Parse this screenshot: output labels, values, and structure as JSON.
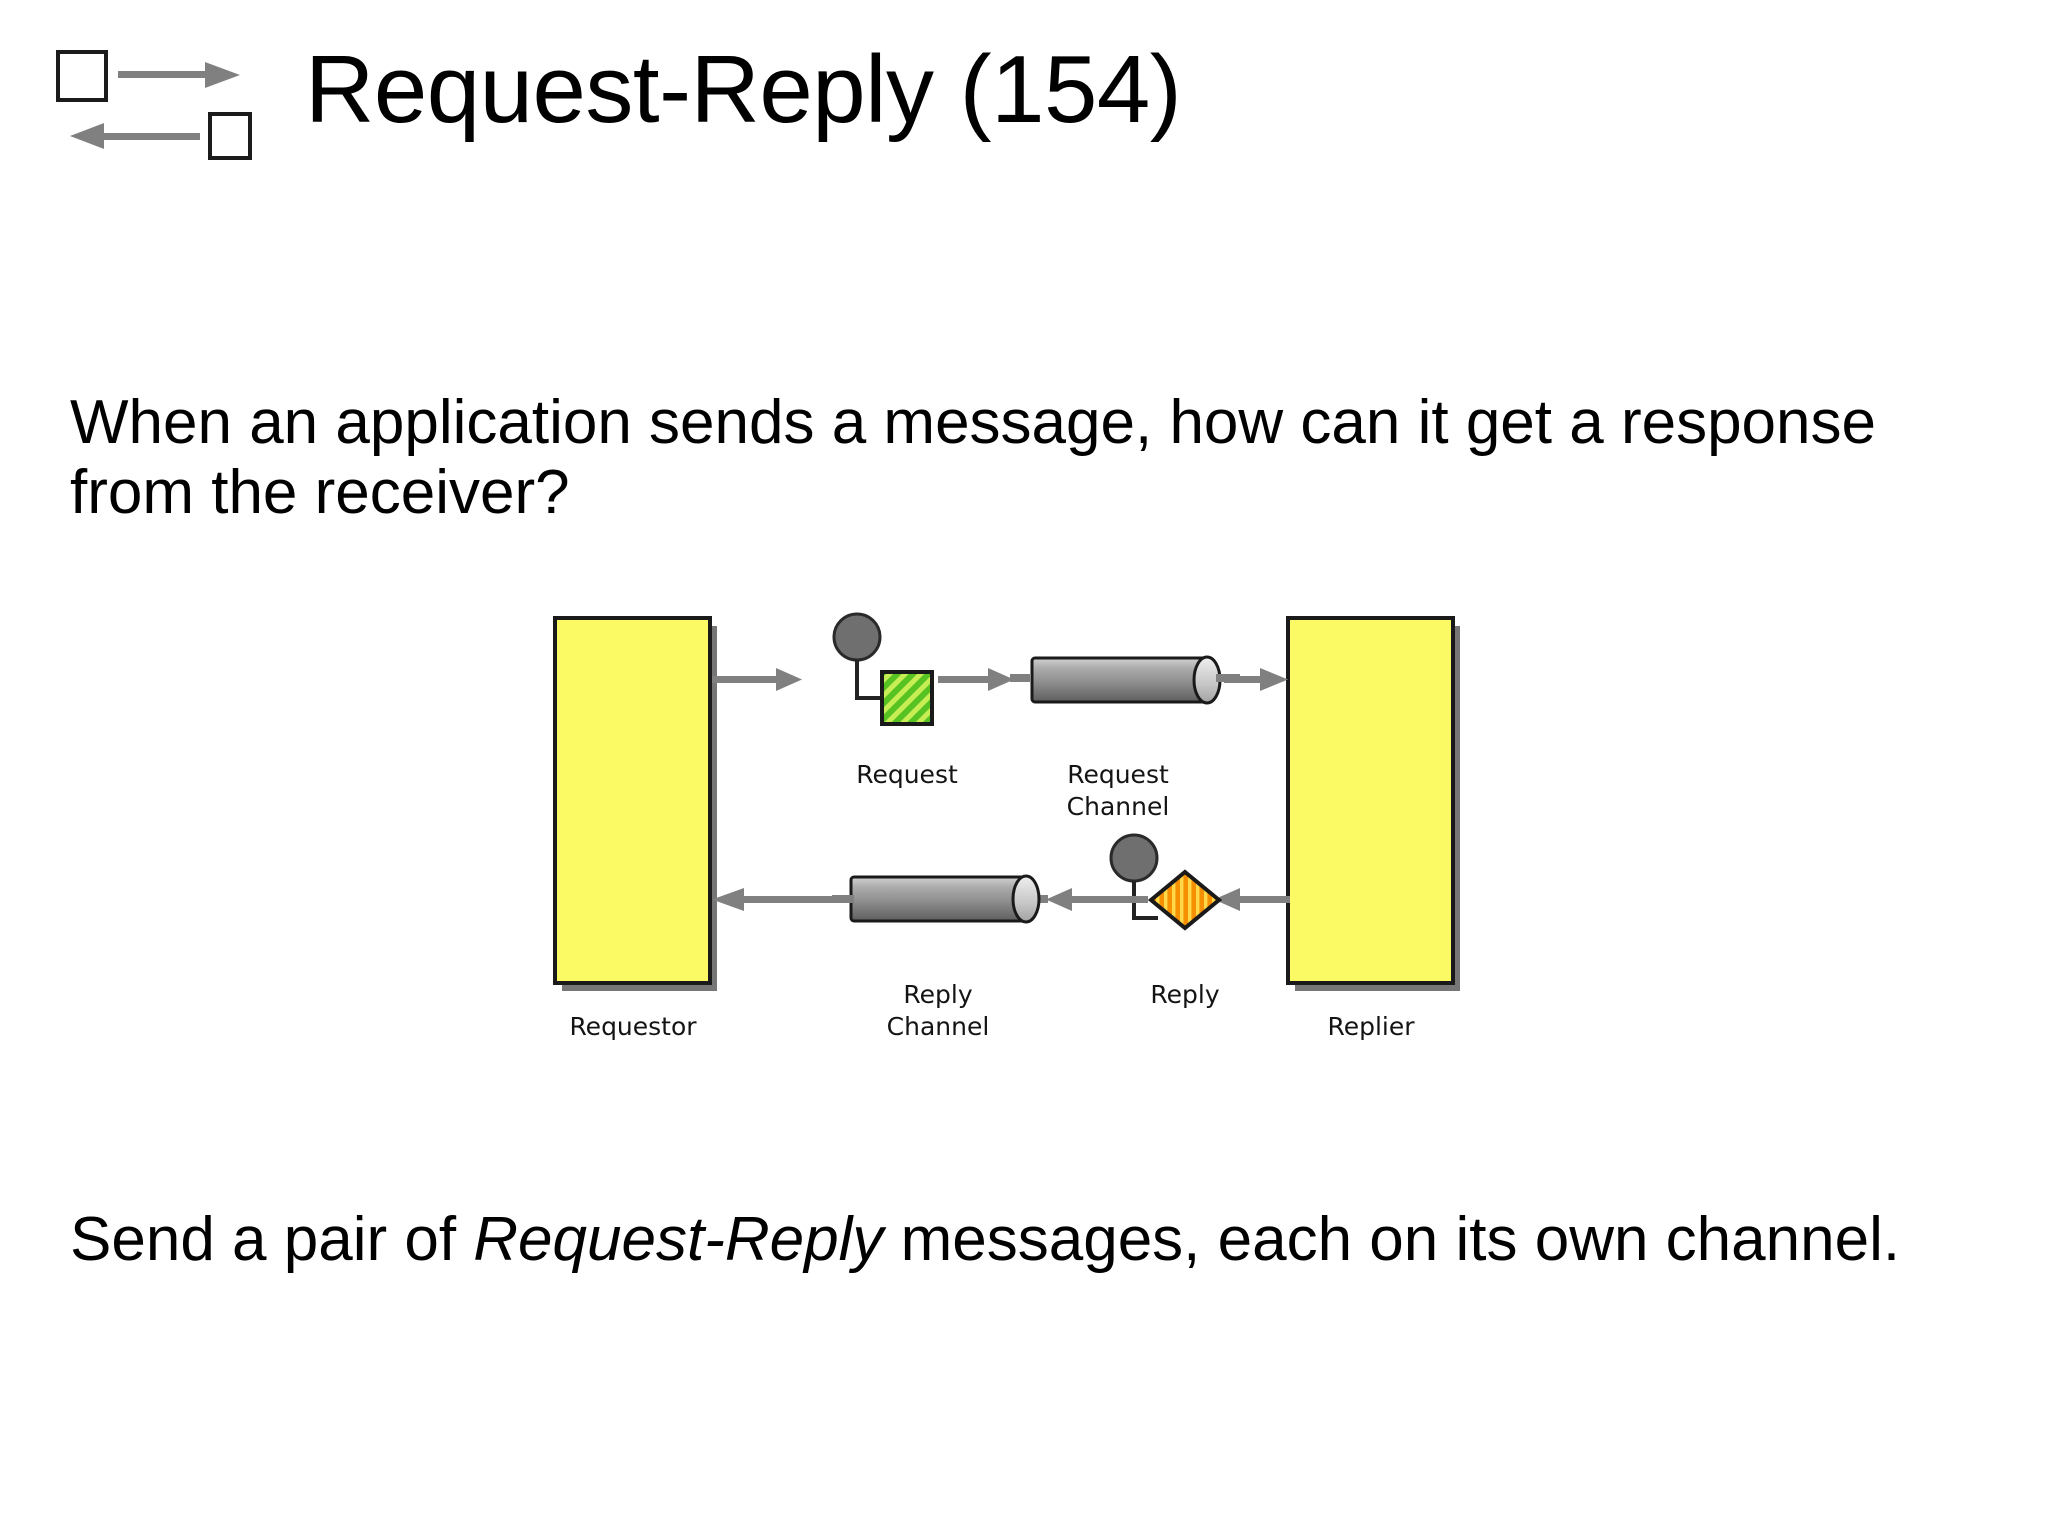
{
  "slide": {
    "title": "Request-Reply (154)",
    "title_icon": "request-reply-exchange-icon",
    "question": "When an application sends a message, how can it get a response from the receiver?",
    "answer_prefix": "Send a pair of ",
    "answer_emphasis": "Request-Reply",
    "answer_suffix": " messages, each on its own channel."
  },
  "diagram": {
    "type": "messaging-pattern",
    "labels": {
      "requestor": "Requestor",
      "request": "Request",
      "request_channel": "Request\nChannel",
      "request_channel_line1": "Request",
      "request_channel_line2": "Channel",
      "replier": "Replier",
      "reply": "Reply",
      "reply_channel_line1": "Reply",
      "reply_channel_line2": "Channel",
      "reply_msg": "Reply"
    },
    "nodes": [
      {
        "id": "requestor",
        "kind": "application-box",
        "label": "Requestor",
        "fill": "#FBF964"
      },
      {
        "id": "request-message",
        "kind": "message-icon",
        "label": "Request",
        "shape": "square",
        "fill": "#57C322",
        "stripe": "#C8EE55"
      },
      {
        "id": "request-channel",
        "kind": "channel-pipe",
        "label": "Request Channel",
        "fill": "#8C8C8C"
      },
      {
        "id": "replier",
        "kind": "application-box",
        "label": "Replier",
        "fill": "#FBF964"
      },
      {
        "id": "reply-message",
        "kind": "message-icon",
        "label": "Reply",
        "shape": "diamond",
        "fill": "#F79000",
        "stripe": "#FFD84A"
      },
      {
        "id": "reply-channel",
        "kind": "channel-pipe",
        "label": "Reply Channel",
        "fill": "#8C8C8C"
      }
    ],
    "flows": [
      {
        "from": "requestor",
        "to": "request-message",
        "direction": "right"
      },
      {
        "from": "request-message",
        "to": "request-channel",
        "direction": "right"
      },
      {
        "from": "request-channel",
        "to": "replier",
        "direction": "right"
      },
      {
        "from": "replier",
        "to": "reply-message",
        "direction": "left"
      },
      {
        "from": "reply-message",
        "to": "reply-channel",
        "direction": "left"
      },
      {
        "from": "reply-channel",
        "to": "requestor",
        "direction": "left"
      }
    ]
  },
  "colors": {
    "box_fill": "#FBF964",
    "box_border": "#1A1A1A",
    "box_shadow": "#767676",
    "arrow": "#808080",
    "pipe_dark": "#6E6E6E",
    "pipe_light": "#C9C9C9",
    "request_green": "#57C322",
    "request_green_light": "#C8EE55",
    "reply_orange": "#F79000",
    "reply_orange_light": "#FFD84A",
    "node_circle": "#6F6F6F",
    "text": "#000000",
    "background": "#FFFFFF"
  }
}
